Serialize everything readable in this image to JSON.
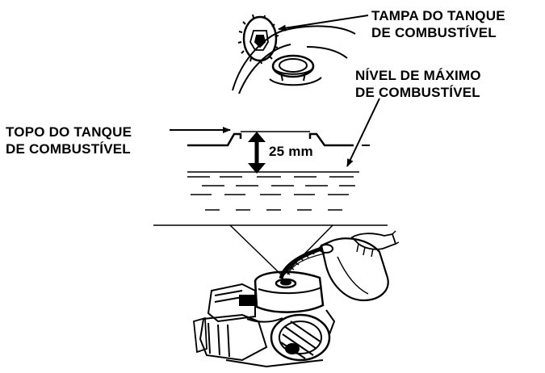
{
  "labels": {
    "fuel_cap": [
      "TAMPA DO TANQUE",
      "DE COMBUSTÍVEL"
    ],
    "max_level": [
      "NÍVEL DE MÁXIMO",
      "DE COMBUSTÍVEL"
    ],
    "tank_top": [
      "TOPO DO TANQUE",
      "DE COMBUSTÍVEL"
    ],
    "dimension": "25 mm"
  },
  "colors": {
    "line": "#000000",
    "background": "#ffffff"
  }
}
